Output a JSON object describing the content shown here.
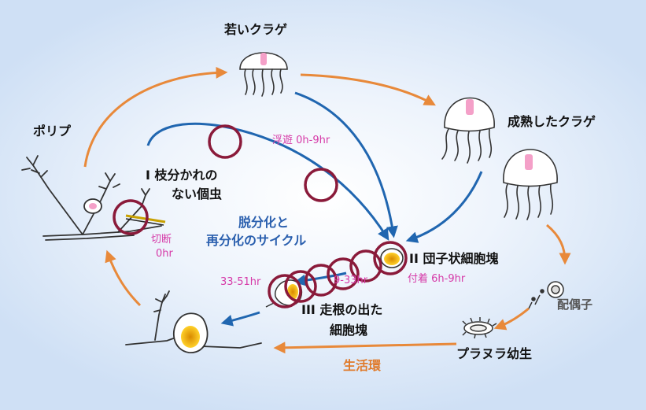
{
  "stages": {
    "polyp": "ポリプ",
    "young_jellyfish": "若いクラゲ",
    "mature_jellyfish": "成熟したクラゲ",
    "gametes": "配偶子",
    "planula": "プラヌラ幼生"
  },
  "life_cycle_label": "生活環",
  "cycle_center": {
    "line1": "脱分化と",
    "line2": "再分化のサイクル"
  },
  "phases": {
    "phase1_line1": "I 枝分かれの",
    "phase1_line2": "ない個虫",
    "phase2": "II 団子状細胞塊",
    "phase3_line1": "III 走根の出た",
    "phase3_line2": "細胞塊"
  },
  "times": {
    "cut_line1": "切断",
    "cut_line2": "0hr",
    "floating": "浮遊 0h-9hr",
    "attach": "付着 6h-9hr",
    "t9_33": "9-33hr",
    "t33_51": "33-51hr"
  },
  "colors": {
    "orange_arrow": "#e8893a",
    "blue_arrow": "#2066b0",
    "ring": "#8a1a3a",
    "bell_mark": "#f4a0c8",
    "cell_mass": "#f2b600"
  }
}
